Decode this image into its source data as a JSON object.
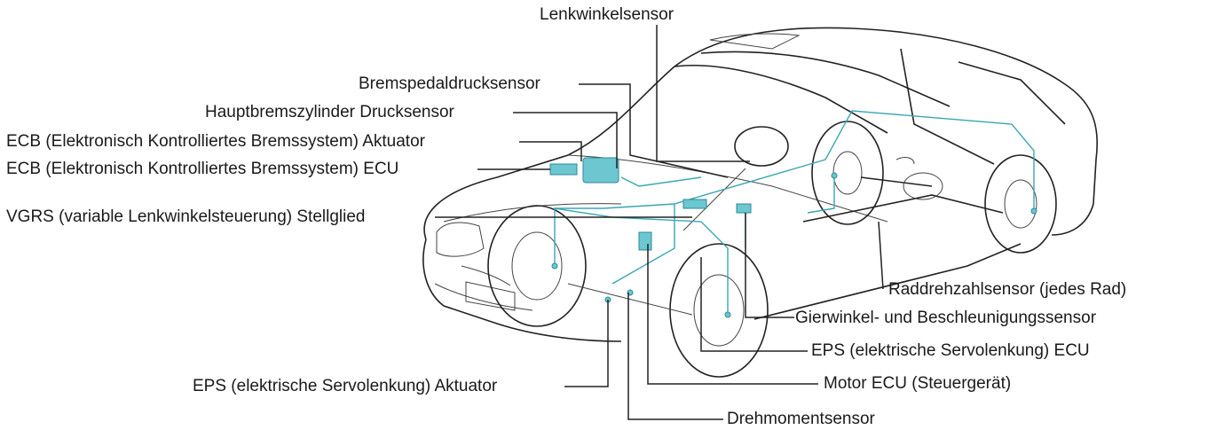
{
  "labels": {
    "lenkwinkelsensor": "Lenkwinkelsensor",
    "bremspedaldrucksensor": "Bremspedaldrucksensor",
    "hauptbremszylinder": "Hauptbremszylinder Drucksensor",
    "ecb_aktuator": "ECB (Elektronisch Kontrolliertes Bremssystem) Aktuator",
    "ecb_ecu": "ECB (Elektronisch Kontrolliertes Bremssystem) ECU",
    "vgrs": "VGRS (variable Lenkwinkelsteuerung) Stellglied",
    "raddrehzahlsensor": "Raddrehzahlsensor (jedes Rad)",
    "gierwinkel": "Gierwinkel- und Beschleunigungssensor",
    "eps_ecu": "EPS (elektrische Servolenkung) ECU",
    "motor_ecu": "Motor ECU (Steuergerät)",
    "eps_aktuator": "EPS (elektrische Servolenkung) Aktuator",
    "drehmomentsensor": "Drehmomentsensor"
  },
  "colors": {
    "component": "#6cc7d1",
    "wiring": "#3aa7b3",
    "outline": "#222222"
  }
}
